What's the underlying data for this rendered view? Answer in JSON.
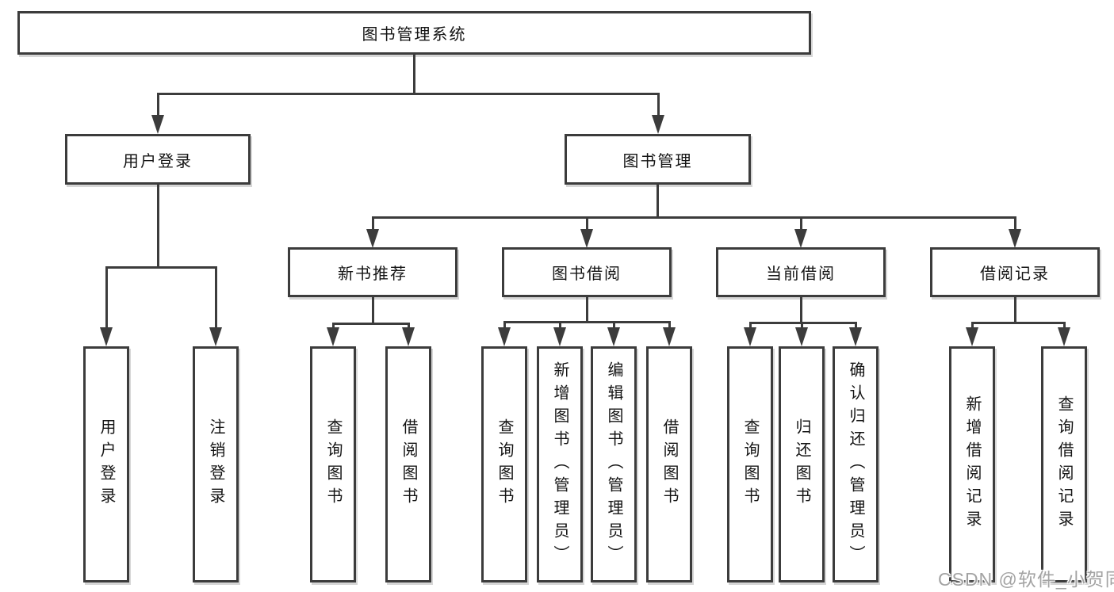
{
  "diagram": {
    "title_node": "图书管理系统",
    "nodes": {
      "user_login": "用户登录",
      "book_mgmt": "图书管理",
      "new_book": "新书推荐",
      "borrow": "图书借阅",
      "current": "当前借阅",
      "records": "借阅记录"
    },
    "leaves": {
      "user_login": [
        "用户登录",
        "注销登录"
      ],
      "new_book": [
        "查询图书",
        "借阅图书"
      ],
      "borrow": [
        "查询图书",
        "新增图书（管理员）",
        "编辑图书（管理员）",
        "借阅图书"
      ],
      "current": [
        "查询图书",
        "归还图书",
        "确认归还（管理员）"
      ],
      "records": [
        "新增借阅记录",
        "查询借阅记录"
      ]
    },
    "watermark": "CSDN @软件_小贺同学",
    "colors": {
      "line": "#3c3c3c",
      "text": "#141414",
      "watermark": "#a3a3a3",
      "background": "#ffffff"
    }
  }
}
